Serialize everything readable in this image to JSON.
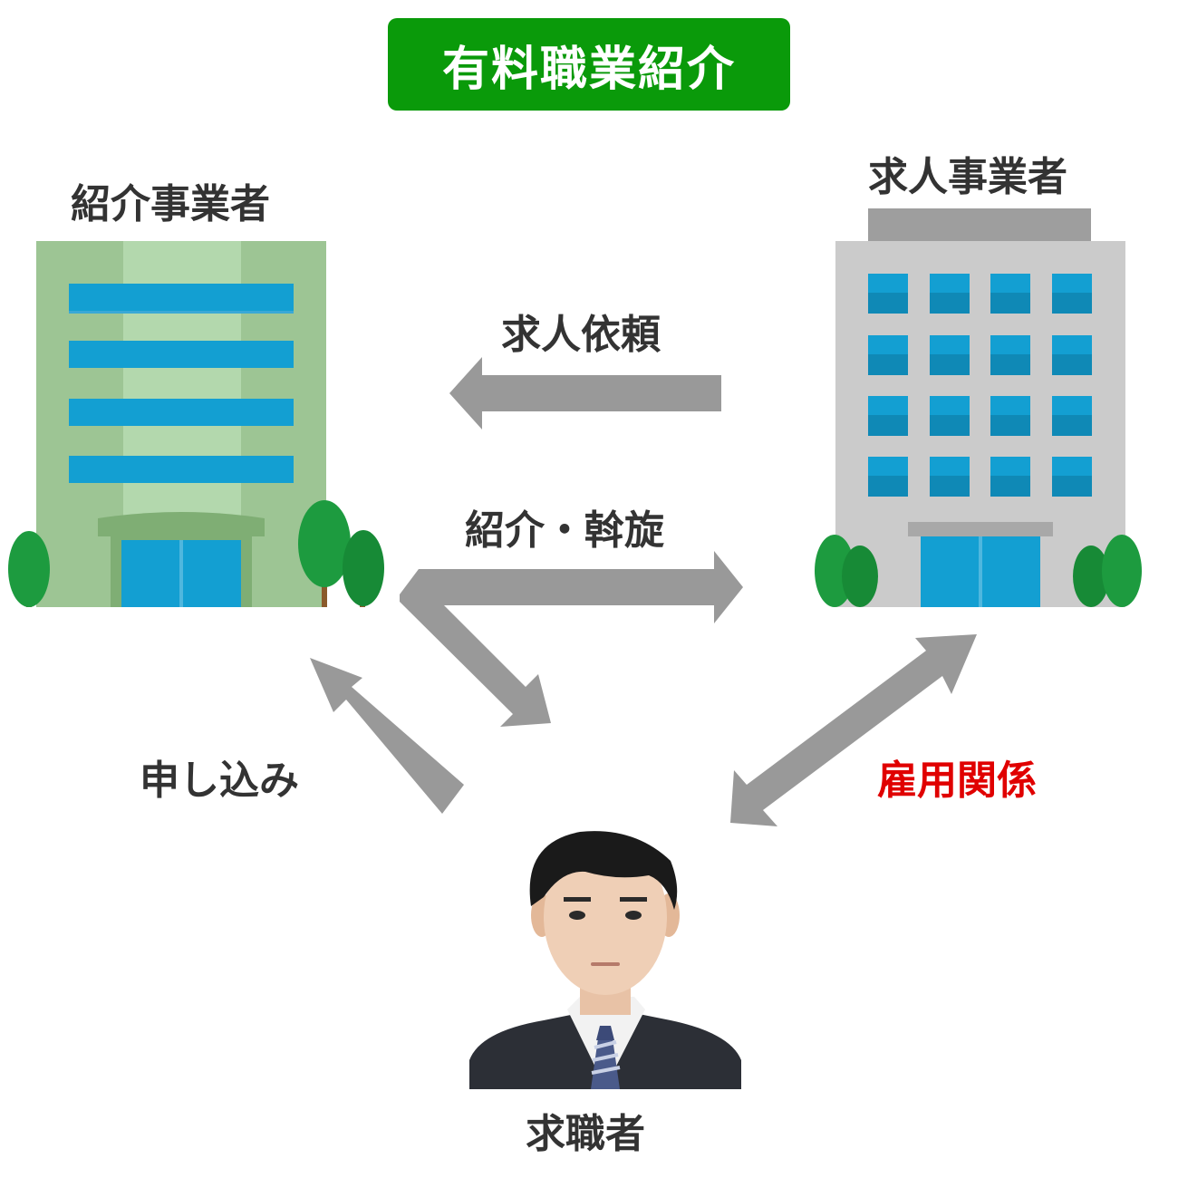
{
  "title": "有料職業紹介",
  "nodes": {
    "agency": "紹介事業者",
    "employer": "求人事業者",
    "seeker": "求職者"
  },
  "flows": {
    "job_request": "求人依頼",
    "introduction": "紹介・斡旋",
    "application": "申し込み",
    "employment": "雇用関係"
  },
  "colors": {
    "title_bg": "#0a9a0a",
    "text": "#333333",
    "emphasis": "#e00000",
    "arrow": "#999999",
    "agency_building": "#9dc594",
    "employer_building": "#cbcbcb",
    "window": "#139fd2",
    "tree": "#1d9b3f"
  }
}
